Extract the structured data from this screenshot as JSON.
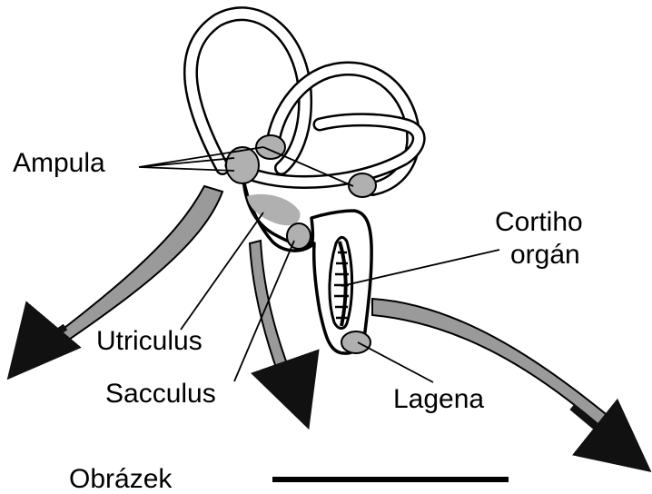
{
  "labels": {
    "ampula": "Ampula",
    "cortiho": "Cortiho",
    "organ": "orgán",
    "utriculus": "Utriculus",
    "sacculus": "Sacculus",
    "lagena": "Lagena",
    "bottom_cut": "Obrázek"
  },
  "colors": {
    "outline": "#000000",
    "fill": "#ffffff",
    "organ_gray": "#b0b0b0",
    "nerve_gray": "#9a9a9a",
    "arrow": "#111111"
  }
}
